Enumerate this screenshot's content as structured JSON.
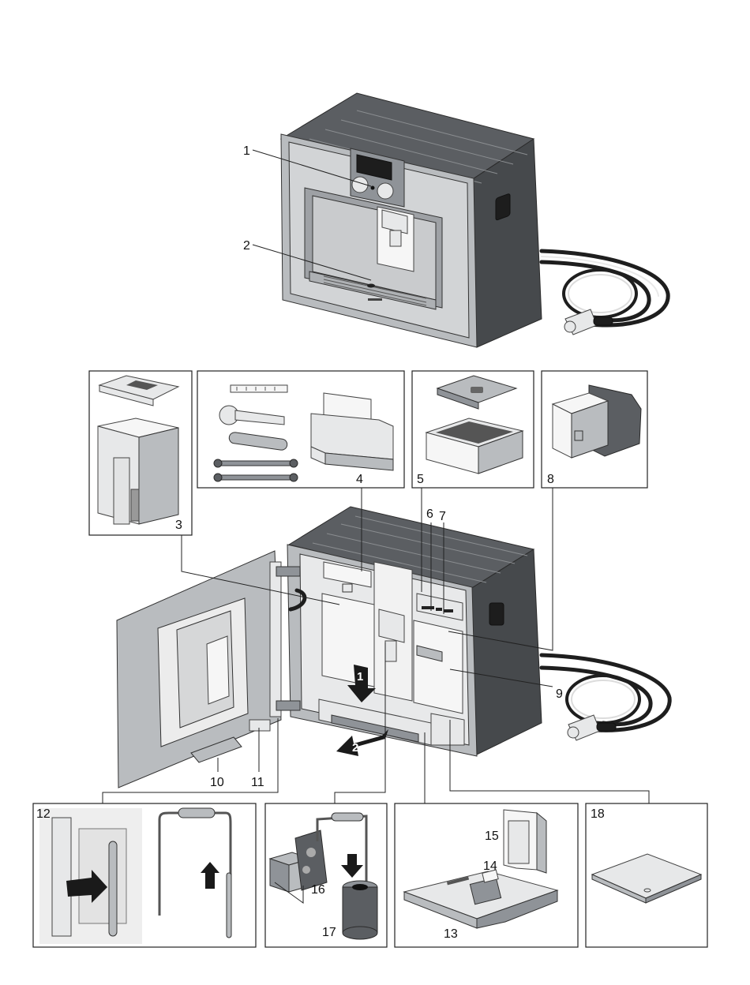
{
  "callouts": {
    "c1": "1",
    "c2": "2",
    "c3": "3",
    "c4": "4",
    "c5": "5",
    "c6": "6",
    "c7": "7",
    "c8": "8",
    "c9": "9",
    "c10": "10",
    "c11": "11",
    "c12": "12",
    "c13": "13",
    "c14": "14",
    "c15": "15",
    "c16": "16",
    "c17": "17",
    "c18": "18"
  },
  "step_arrows": {
    "step1": "1",
    "step2": "2"
  },
  "colors": {
    "stainless": "#b9bcbf",
    "housing": "#5b5e62",
    "cable": "#1e1e1e",
    "arrow": "#1a1a1a"
  }
}
